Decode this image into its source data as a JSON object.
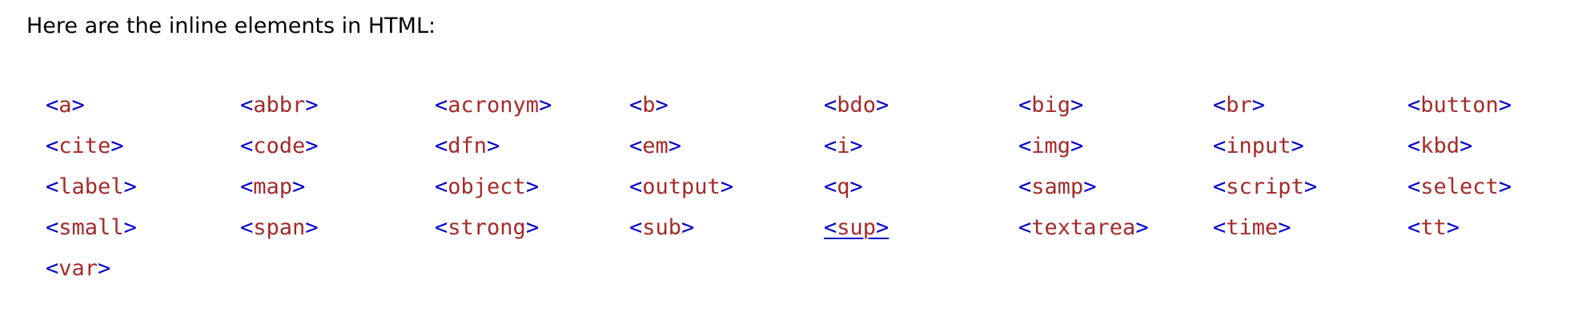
{
  "intro": "Here are the inline elements in HTML:",
  "open_bracket": "<",
  "close_bracket": ">",
  "elements": [
    "a",
    "abbr",
    "acronym",
    "b",
    "bdo",
    "big",
    "br",
    "button",
    "cite",
    "code",
    "dfn",
    "em",
    "i",
    "img",
    "input",
    "kbd",
    "label",
    "map",
    "object",
    "output",
    "q",
    "samp",
    "script",
    "select",
    "small",
    "span",
    "strong",
    "sub",
    "sup",
    "textarea",
    "time",
    "tt",
    "var"
  ],
  "linked_element": "sup",
  "colors": {
    "bracket": "#0000cd",
    "tag_name": "#a52a2a",
    "text": "#000000"
  }
}
